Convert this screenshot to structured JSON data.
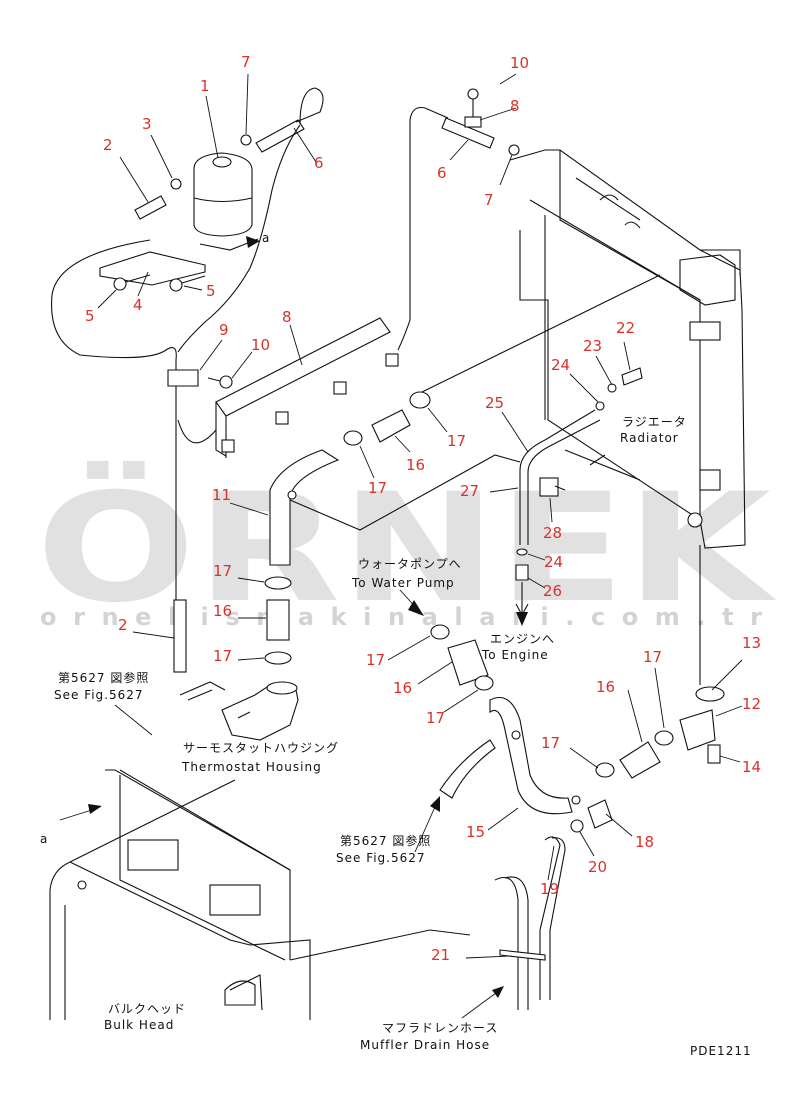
{
  "drawing_code": "PDE1211",
  "watermark": {
    "brand": "ÖRNEK",
    "url": "ornekismakinalari.com.tr"
  },
  "part_numbers": {
    "n1": "1",
    "n2a": "2",
    "n2b": "2",
    "n3": "3",
    "n4": "4",
    "n5a": "5",
    "n5b": "5",
    "n6a": "6",
    "n6b": "6",
    "n7a": "7",
    "n7b": "7",
    "n8a": "8",
    "n8b": "8",
    "n9": "9",
    "n10a": "10",
    "n10b": "10",
    "n11": "11",
    "n12": "12",
    "n13": "13",
    "n14": "14",
    "n15": "15",
    "n16a": "16",
    "n16b": "16",
    "n16c": "16",
    "n16d": "16",
    "n17a": "17",
    "n17b": "17",
    "n17c": "17",
    "n17d": "17",
    "n17e": "17",
    "n17f": "17",
    "n17g": "17",
    "n17h": "17",
    "n18": "18",
    "n19": "19",
    "n20": "20",
    "n21": "21",
    "n22": "22",
    "n23": "23",
    "n24a": "24",
    "n24b": "24",
    "n25": "25",
    "n26": "26",
    "n27": "27",
    "n28": "28",
    "a_top": "a",
    "a_bottom": "a"
  },
  "callouts": {
    "radiator_jp": "ラジエータ",
    "radiator_en": "Radiator",
    "water_pump_jp": "ウォータポンプへ",
    "water_pump_en": "To Water Pump",
    "engine_jp": "エンジンへ",
    "engine_en": "To Engine",
    "fig_ref_left_jp": "第5627 図参照",
    "fig_ref_left_en": "See Fig.5627",
    "fig_ref_mid_jp": "第5627 図参照",
    "fig_ref_mid_en": "See Fig.5627",
    "thermostat_jp": "サーモスタットハウジング",
    "thermostat_en": "Thermostat Housing",
    "bulkhead_jp": "バルクヘッド",
    "bulkhead_en": "Bulk Head",
    "muffler_jp": "マフラドレンホース",
    "muffler_en": "Muffler Drain Hose"
  }
}
